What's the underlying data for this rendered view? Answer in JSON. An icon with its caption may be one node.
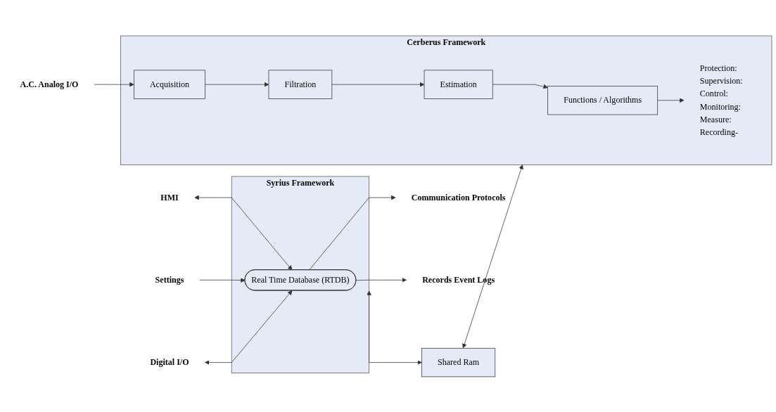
{
  "diagram": {
    "nodes": [
      {
        "text": [
          "Syrius Framework"
        ]
      },
      {
        "text": [
          "Real Time Database (RTDB)"
        ],
        "in": 0
      },
      {
        "text": [
          "Communication Protocols"
        ]
      },
      {
        "text": [
          "Records Event Logs"
        ]
      },
      {
        "text": [
          "HMI"
        ]
      },
      {
        "text": [
          "Settings"
        ]
      },
      {
        "text": [
          "Digital I/O"
        ]
      },
      {
        "text": [
          "Shared Ram"
        ]
      },
      {
        "text": [
          "Cerberus Framework"
        ]
      },
      {
        "text": [
          "Functions / Algorithms"
        ],
        "in": 8
      },
      {
        "text": [
          "Estimation"
        ],
        "in": 8
      },
      {
        "text": [
          "Filtration"
        ],
        "in": 8
      },
      {
        "text": [
          "Acquisition"
        ],
        "in": 8
      },
      {
        "text": [
          "Protection:",
          "Supervision:",
          "Control:",
          "Monitoring:",
          "Measure:",
          "Recording-"
        ],
        "in": 8
      },
      {
        "text": [
          "A.C. Analog I/O"
        ]
      }
    ],
    "edges": [
      {
        "from": 1,
        "to": 2,
        "arrow": "to"
      },
      {
        "from": 1,
        "to": 3,
        "arrow": "to"
      },
      {
        "from": 4,
        "to": 1,
        "arrow": "both"
      },
      {
        "from": 5,
        "to": 1,
        "arrow": "to"
      },
      {
        "from": 6,
        "to": 1,
        "arrow": "both"
      },
      {
        "from": 0,
        "to": 7,
        "arrow": "both"
      },
      {
        "from": 7,
        "to": 8,
        "arrow": "both"
      },
      {
        "from": 12,
        "to": 11,
        "arrow": "to"
      },
      {
        "from": 11,
        "to": 10,
        "arrow": "to"
      },
      {
        "from": 10,
        "to": 9,
        "arrow": "to"
      },
      {
        "from": 9,
        "to": 13,
        "arrow": "to"
      },
      {
        "from": 14,
        "to": 12,
        "arrow": "to"
      }
    ]
  }
}
